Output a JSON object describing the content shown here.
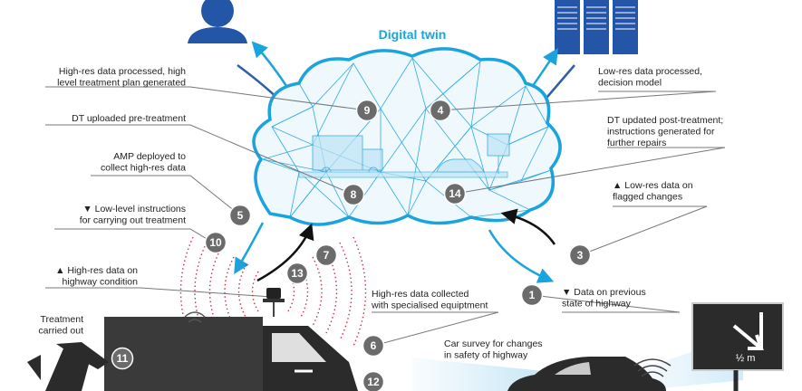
{
  "title": "Digital twin",
  "colors": {
    "accent": "#1aa3dd",
    "icon_blue": "#2456a8",
    "badge": "#6b6b6b",
    "arrow_dark": "#111111",
    "signal": "#c9334b"
  },
  "labels": {
    "l9": [
      "High-res data processed, high",
      "level treatment plan generated"
    ],
    "l4": [
      "Low-res data processed,",
      "decision model"
    ],
    "l8": [
      "DT uploaded pre-treatment"
    ],
    "l14": [
      "DT updated post-treatment;",
      "instructions generated for",
      "further repairs"
    ],
    "l5": [
      "AMP deployed to",
      "collect high-res data"
    ],
    "l3": [
      "▲ Low-res data on",
      "flagged changes"
    ],
    "l10": [
      "▼ Low-level instructions",
      "for carrying out treatment"
    ],
    "l13": [
      "▲  High-res data on",
      "highway condition"
    ],
    "l6": [
      "High-res data collected",
      "with specialised equiptment"
    ],
    "l1": [
      "▼ Data on previous",
      "state of highway"
    ],
    "l11": [
      "Treatment",
      "carried out"
    ],
    "car": [
      "Car survey for changes",
      "in safety of highway"
    ]
  },
  "badges": {
    "b1": "1",
    "b3": "3",
    "b4": "4",
    "b5": "5",
    "b6": "6",
    "b7": "7",
    "b8": "8",
    "b9": "9",
    "b10": "10",
    "b11": "11",
    "b12": "12",
    "b13": "13",
    "b14": "14"
  },
  "sign_text": "½ m",
  "icons": {
    "person": "person-icon",
    "server": "server-rack-icon",
    "truck": "treatment-truck-icon",
    "car": "survey-car-icon",
    "sign": "road-sign-icon",
    "drone": "drone-icon",
    "camera": "camera-icon"
  }
}
